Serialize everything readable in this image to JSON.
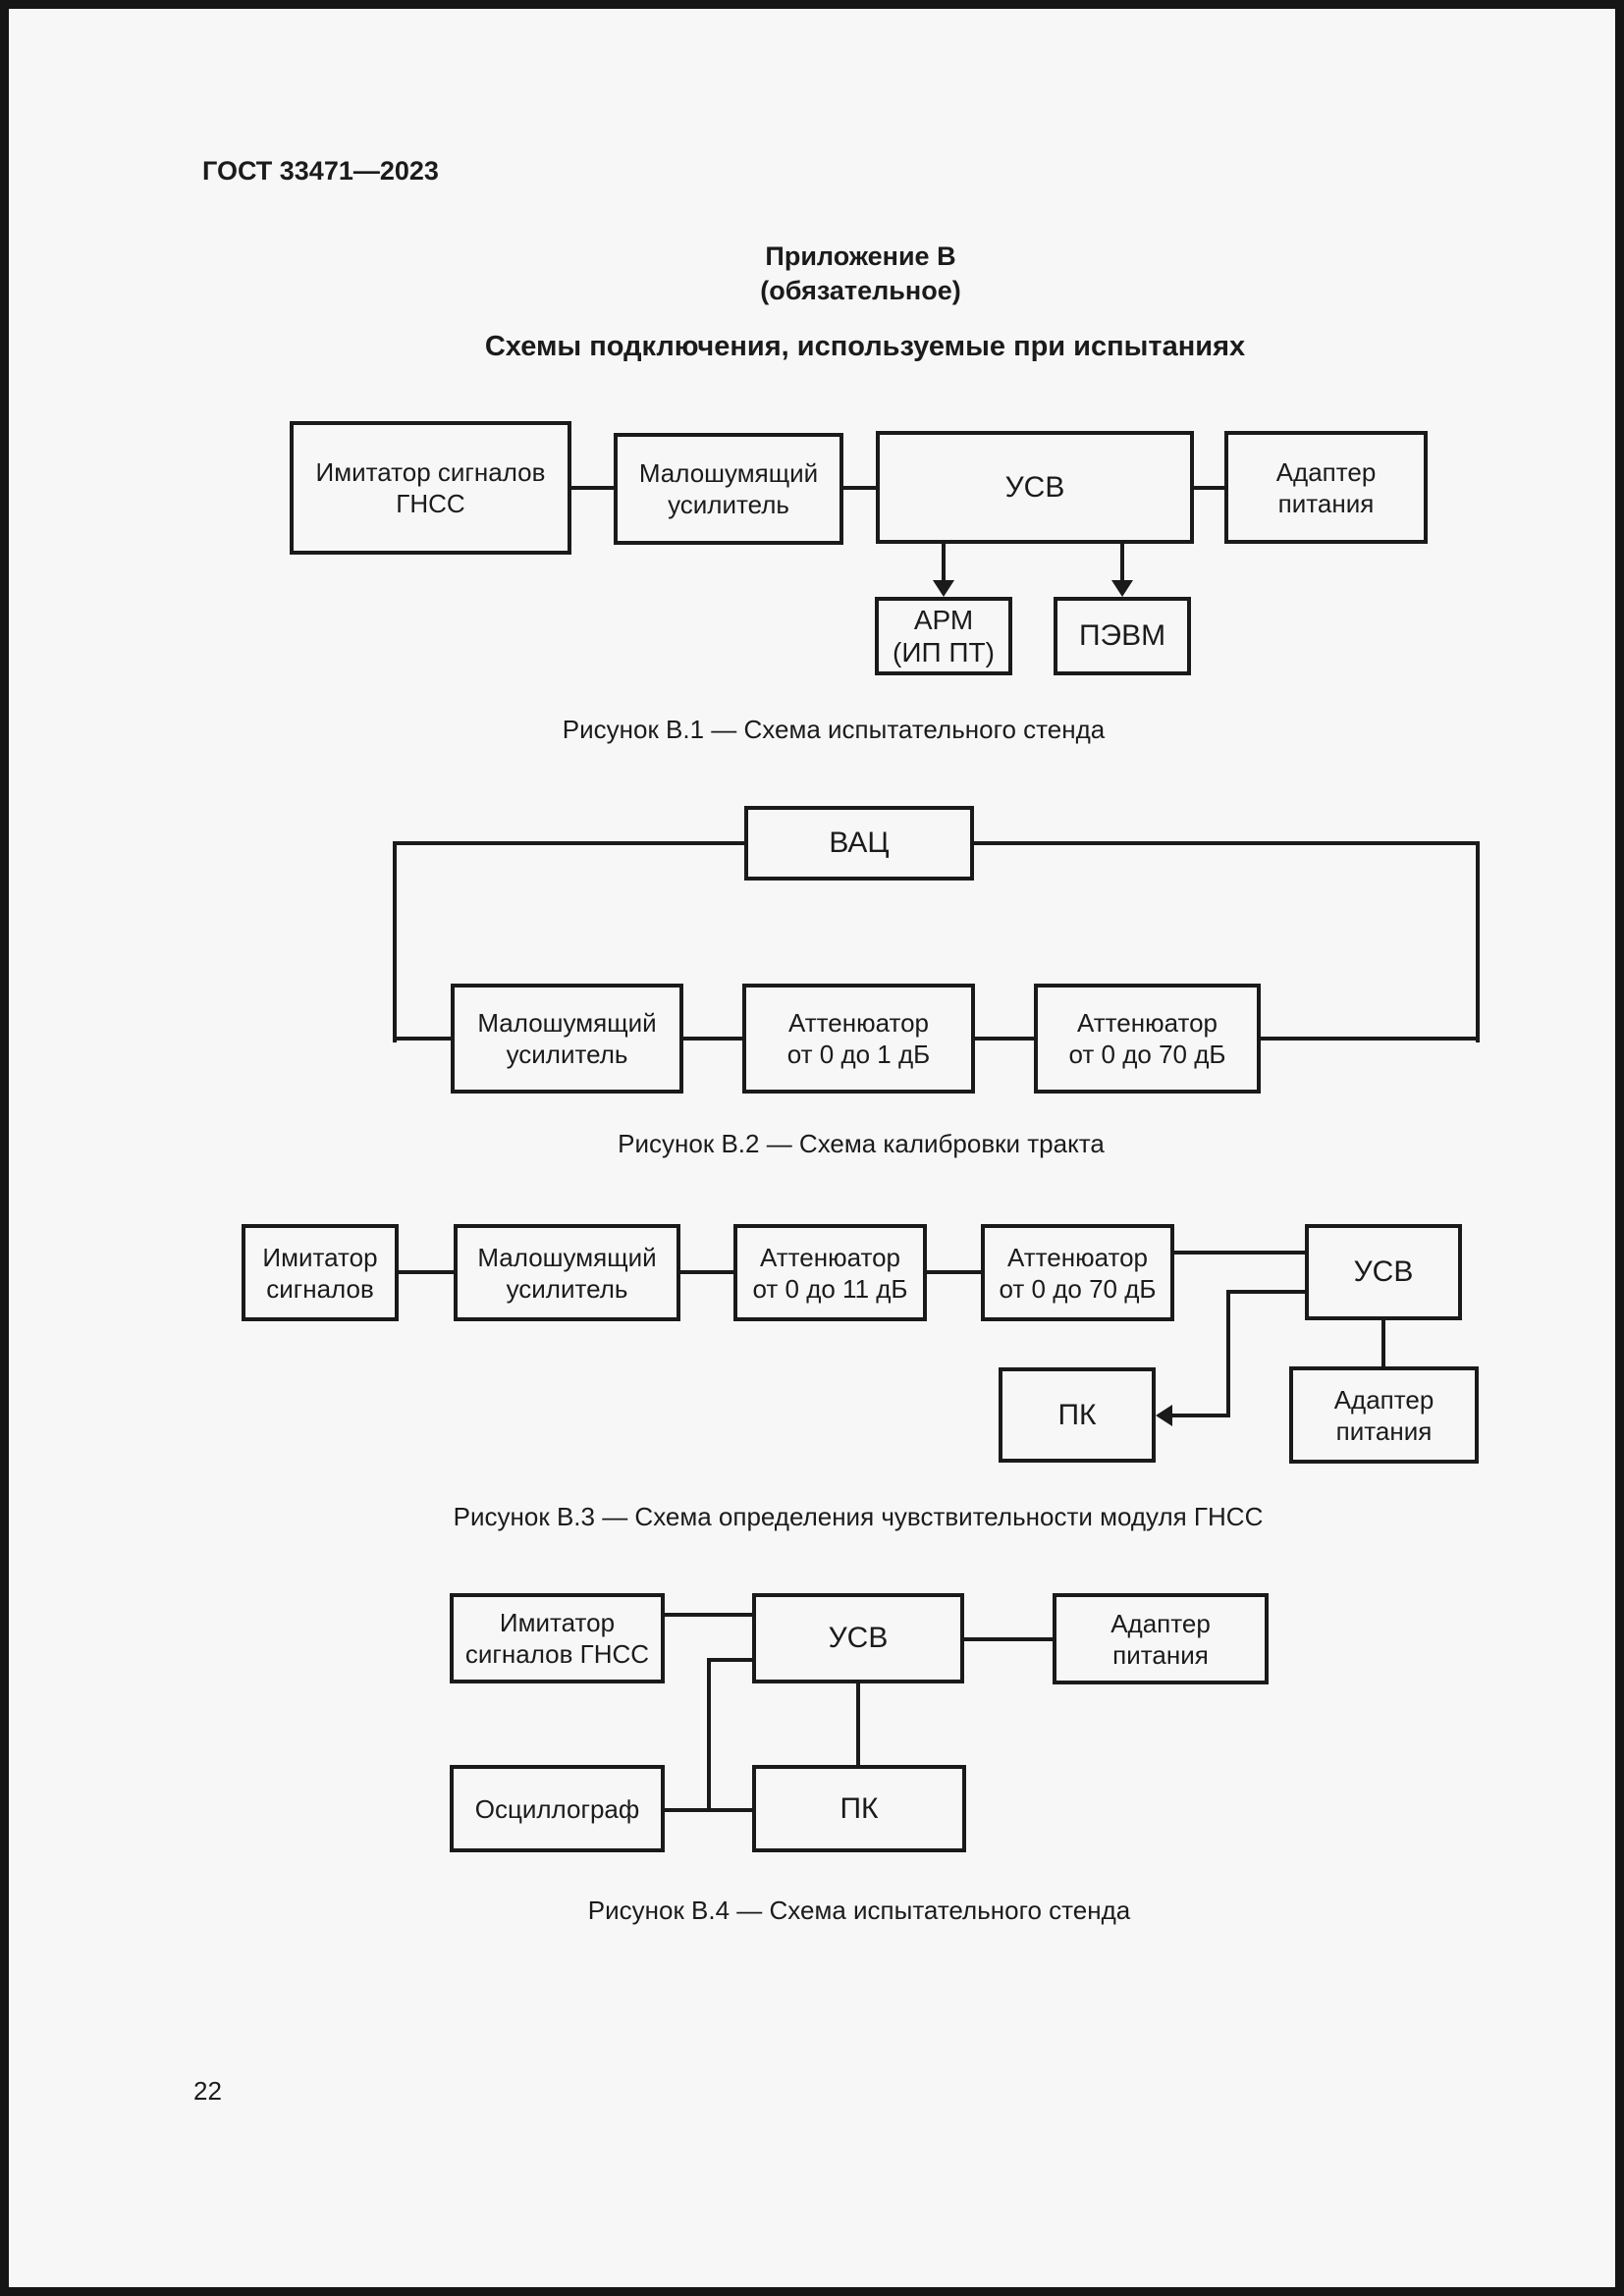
{
  "page": {
    "standard_ref": "ГОСТ 33471—2023",
    "appendix_label": "Приложение В",
    "appendix_type": "(обязательное)",
    "section_title": "Схемы подключения, используемые при испытаниях",
    "page_number": "22"
  },
  "colors": {
    "ink": "#1b1b1b",
    "paper": "#f7f7f7",
    "frame": "#161616"
  },
  "figures": {
    "b1": {
      "caption": "Рисунок В.1 — Схема испытательного стенда",
      "blocks": {
        "gnss_simulator": "Имитатор сигналов\nГНСС",
        "lna": "Малошумящий\nусилитель",
        "usv": "УСВ",
        "power_adapter": "Адаптер\nпитания",
        "arm": "АРМ\n(ИП ПТ)",
        "pevm": "ПЭВМ"
      }
    },
    "b2": {
      "caption": "Рисунок В.2 — Схема калибровки тракта",
      "blocks": {
        "vna": "ВАЦ",
        "lna": "Малошумящий\nусилитель",
        "att_0_1": "Аттенюатор\nот 0 до 1 дБ",
        "att_0_70": "Аттенюатор\nот 0 до 70 дБ"
      }
    },
    "b3": {
      "caption": "Рисунок В.3 — Схема определения чувствительности модуля ГНСС",
      "blocks": {
        "simulator": "Имитатор\nсигналов",
        "lna": "Малошумящий\nусилитель",
        "att_0_11": "Аттенюатор\nот 0 до 11 дБ",
        "att_0_70": "Аттенюатор\nот 0 до 70 дБ",
        "usv": "УСВ",
        "pk": "ПК",
        "power_adapter": "Адаптер\nпитания"
      }
    },
    "b4": {
      "caption": "Рисунок В.4 — Схема испытательного стенда",
      "blocks": {
        "gnss_simulator": "Имитатор\nсигналов ГНСС",
        "usv": "УСВ",
        "power_adapter": "Адаптер\nпитания",
        "oscilloscope": "Осциллограф",
        "pk": "ПК"
      }
    }
  }
}
